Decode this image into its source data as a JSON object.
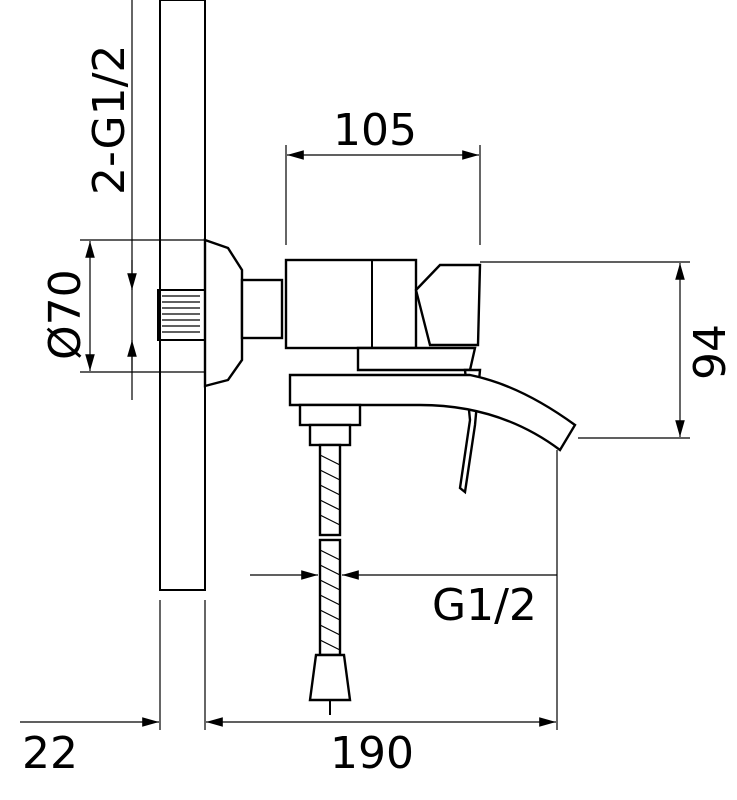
{
  "drawing": {
    "dimensions": {
      "inlet_thread": "2-G1/2",
      "flange_diameter": "Ø70",
      "body_length": "105",
      "height": "94",
      "hose_thread": "G1/2",
      "wall_thickness": "22",
      "projection": "190"
    },
    "colors": {
      "line": "#000000",
      "background": "#ffffff"
    }
  }
}
